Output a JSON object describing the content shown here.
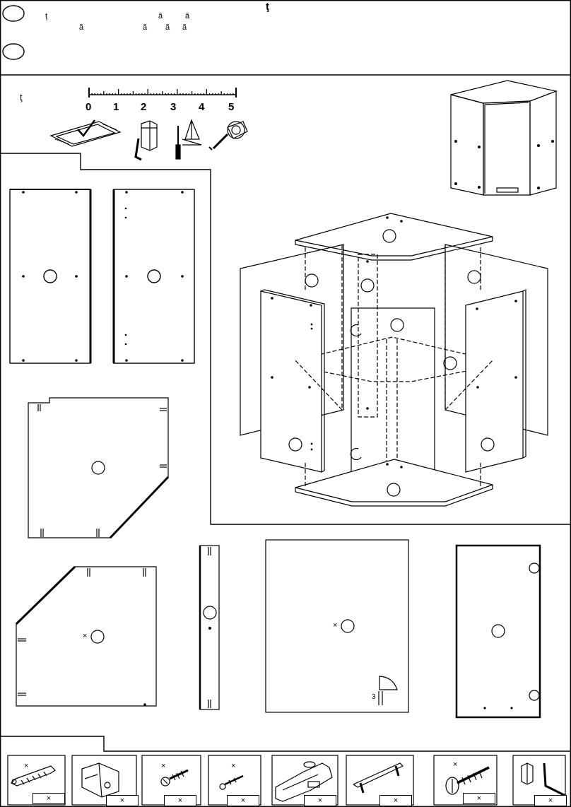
{
  "header": {
    "title": "ţ",
    "line1": [
      "ţ",
      "ă",
      "ă"
    ],
    "line2": [
      "ă",
      "ă",
      "ă",
      "ă"
    ]
  },
  "tools": {
    "label": "ţ",
    "ruler_numbers": [
      "0",
      "1",
      "2",
      "3",
      "4",
      "5"
    ]
  },
  "board_marks": {
    "cross_left": "×",
    "cross_door": "×",
    "edge_dim": "3"
  },
  "hardware": [
    {
      "name": "dowel",
      "x_label": "×",
      "qty_label": "×"
    },
    {
      "name": "hanging-bracket",
      "x_label": "",
      "qty_label": "×"
    },
    {
      "name": "screw-large",
      "x_label": "×",
      "qty_label": "×"
    },
    {
      "name": "screw-small",
      "x_label": "×",
      "qty_label": "×"
    },
    {
      "name": "hinge",
      "x_label": "",
      "qty_label": "×"
    },
    {
      "name": "handle",
      "x_label": "",
      "qty_label": "×"
    },
    {
      "name": "long-screw",
      "x_label": "×",
      "qty_label": "×"
    },
    {
      "name": "cam-and-key",
      "x_label": "",
      "qty_label": "×"
    }
  ]
}
